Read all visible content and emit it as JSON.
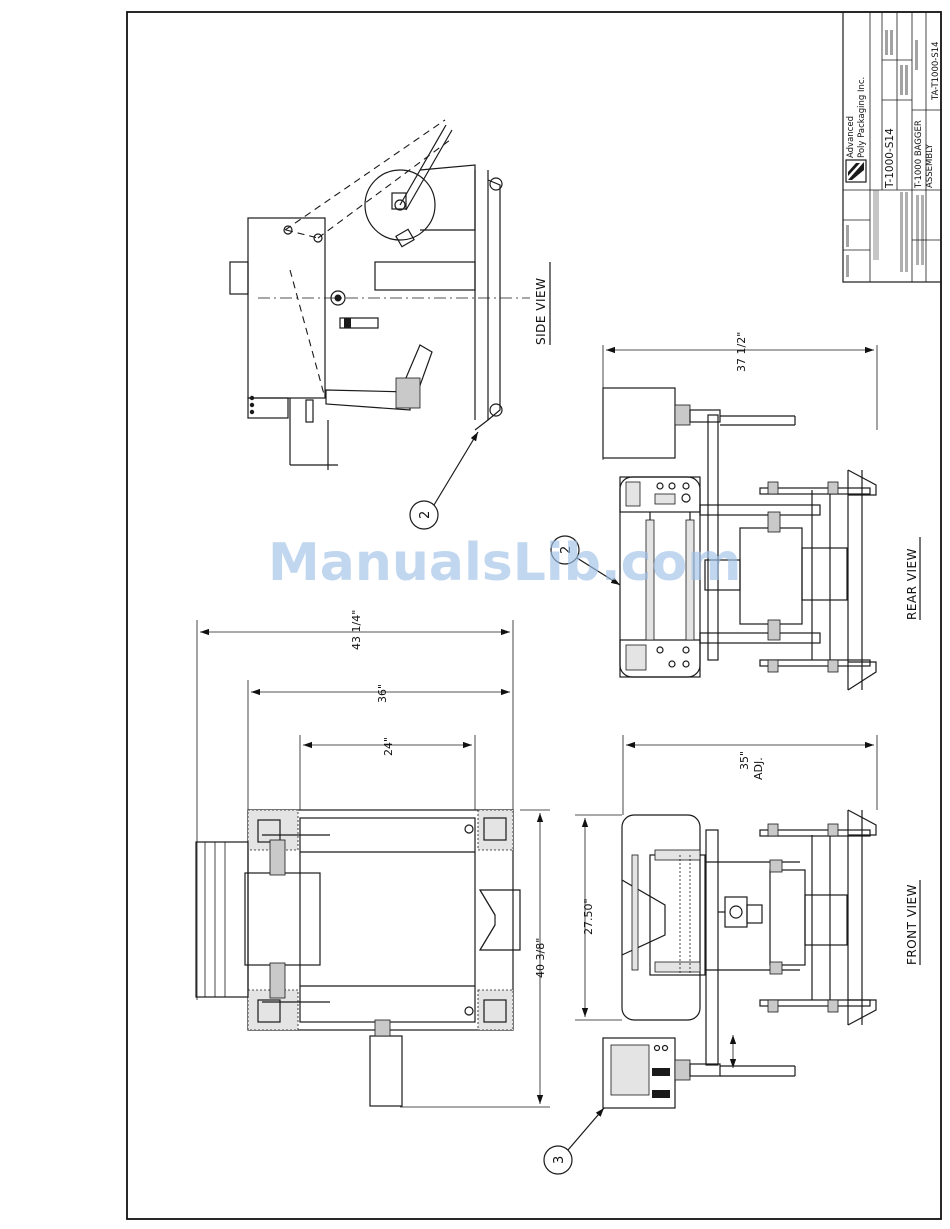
{
  "watermark": "ManualsLib.com",
  "views": {
    "side": "SIDE VIEW",
    "rear": "REAR VIEW",
    "front": "FRONT VIEW"
  },
  "dimensions": {
    "overall_width": "43 1/4\"",
    "width_36": "36\"",
    "width_24": "24\"",
    "depth": "40 3/8\"",
    "rear_height": "37 1/2\"",
    "front_height": "35\"",
    "front_height_note": "ADJ.",
    "front_width": "27.50\""
  },
  "callouts": [
    "2",
    "2",
    "3"
  ],
  "title_block": {
    "company_line1": "Advanced",
    "company_line2": "Poly Packaging Inc.",
    "model": "T-1000-S14",
    "description_line1": "T-1000 BAGGER",
    "description_line2": "ASSEMBLY",
    "drawing_number": "TA-T1000-S14"
  }
}
